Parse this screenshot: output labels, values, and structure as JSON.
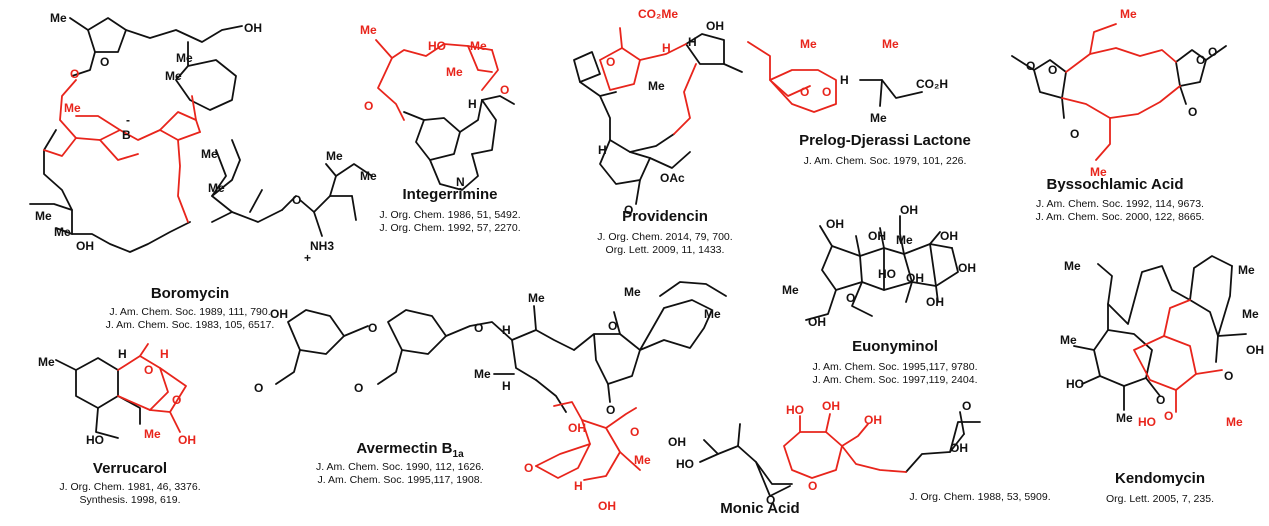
{
  "colors": {
    "ink": "#111111",
    "highlight": "#e8251c"
  },
  "compounds": [
    {
      "id": "boromycin",
      "name": "Boromycin",
      "refs": [
        "J. Am. Chem. Soc. 1989, 111, 790.",
        "J. Am. Chem. Soc. 1983, 105, 6517."
      ]
    },
    {
      "id": "integerrimine",
      "name": "Integerrimine",
      "refs": [
        "J. Org. Chem. 1986, 51, 5492.",
        "J. Org. Chem. 1992, 57, 2270."
      ]
    },
    {
      "id": "providencin",
      "name": "Providencin",
      "refs": [
        "J. Org. Chem. 2014, 79, 700.",
        "Org. Lett. 2009, 11, 1433."
      ]
    },
    {
      "id": "prelog",
      "name": "Prelog-Djerassi Lactone",
      "refs": [
        "J. Am. Chem. Soc. 1979, 101, 226."
      ]
    },
    {
      "id": "byssochlamic",
      "name": "Byssochlamic Acid",
      "refs": [
        "J. Am. Chem. Soc. 1992, 114, 9673.",
        "J. Am. Chem. Soc. 2000, 122, 8665."
      ]
    },
    {
      "id": "euonyminol",
      "name": "Euonyminol",
      "refs": [
        "J. Am. Chem. Soc. 1995,117, 9780.",
        "J. Am. Chem. Soc. 1997,119, 2404."
      ]
    },
    {
      "id": "kendomycin",
      "name": "Kendomycin",
      "refs": [
        "Org. Lett. 2005, 7, 235."
      ]
    },
    {
      "id": "verrucarol",
      "name": "Verrucarol",
      "refs": [
        "J. Org. Chem. 1981, 46, 3376.",
        "Synthesis. 1998, 619."
      ]
    },
    {
      "id": "avermectin",
      "name": "Avermectin B",
      "subscript": "1a",
      "refs": [
        "J. Am. Chem. Soc. 1990, 112, 1626.",
        "J. Am. Chem. Soc. 1995,117, 1908."
      ]
    },
    {
      "id": "monic",
      "name": "Monic Acid",
      "refs": [
        "J. Org. Chem. 1988, 53, 5909."
      ]
    }
  ],
  "atom_labels": {
    "me": "Me",
    "oh": "OH",
    "ho": "HO",
    "o": "O",
    "h": "H",
    "n": "N",
    "b": "B",
    "nh3": "NH3",
    "plus": "+",
    "minus": "-",
    "oac": "OAc",
    "co2me": "CO₂Me",
    "co2h": "CO₂H"
  }
}
